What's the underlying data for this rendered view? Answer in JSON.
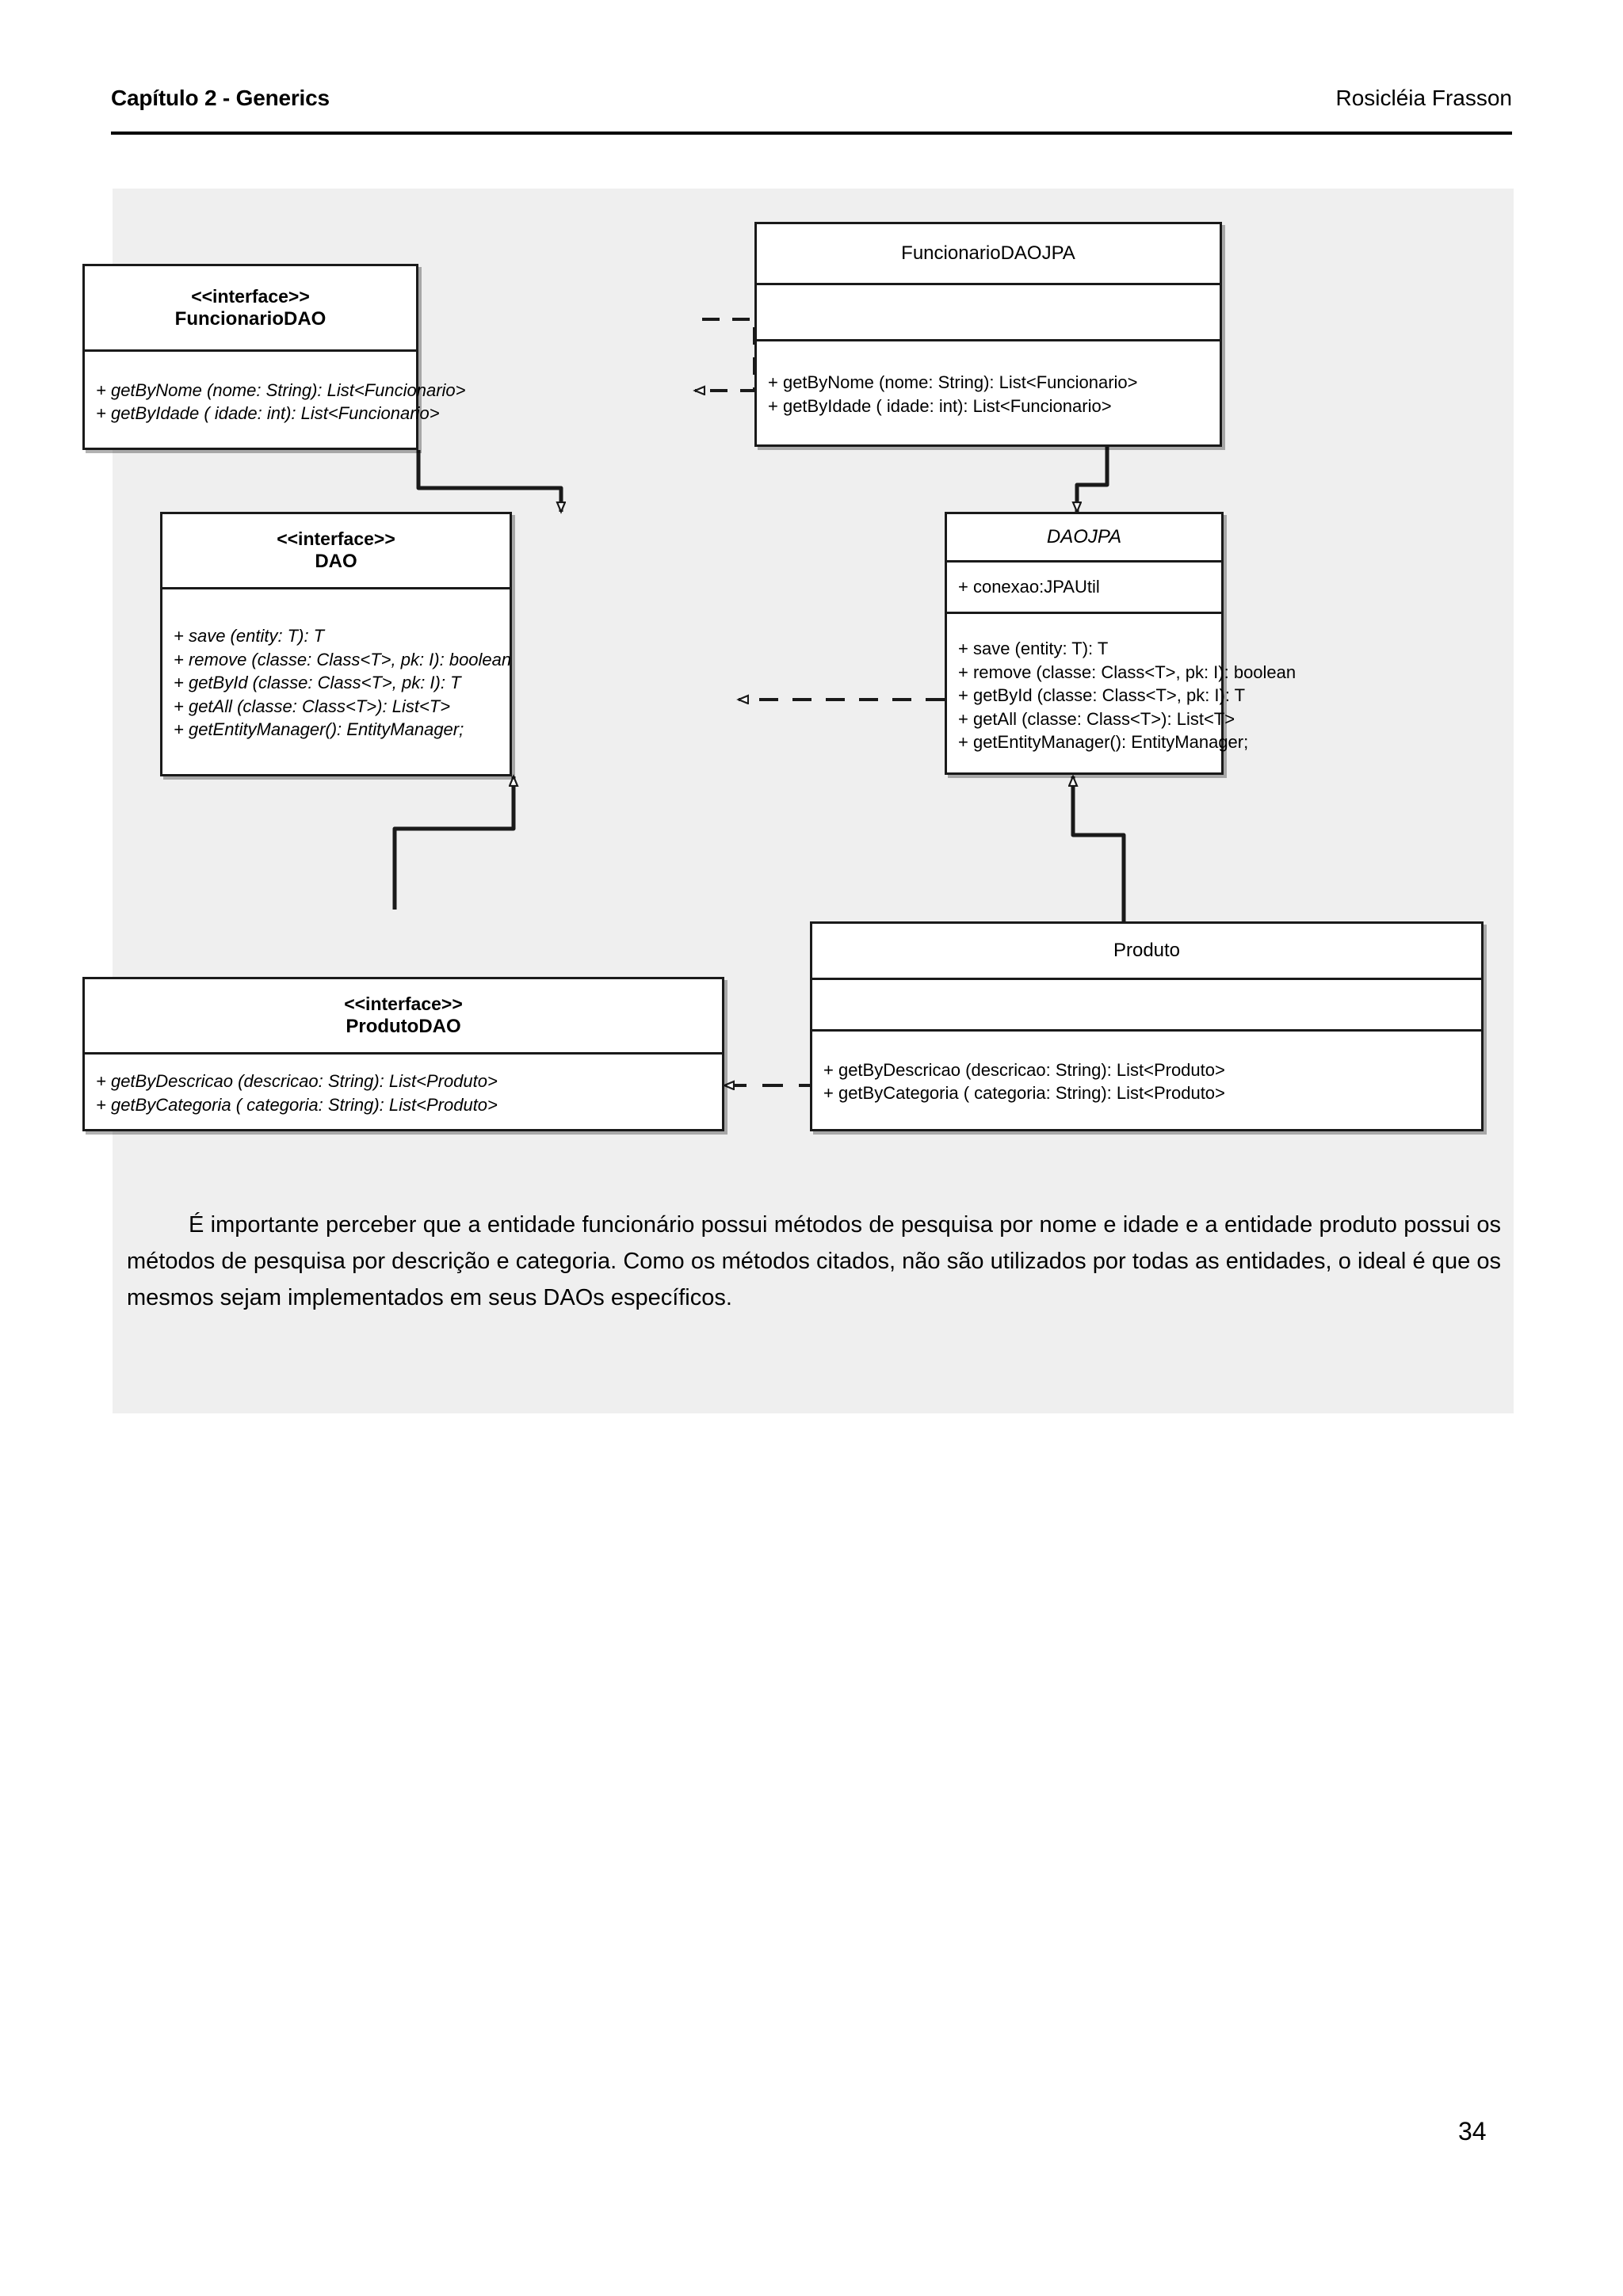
{
  "header": {
    "chapter": "Capítulo 2 - Generics",
    "author": "Rosicléia Frasson"
  },
  "diagram": {
    "type": "uml-class-diagram",
    "classes": [
      {
        "id": "funcionario-dao",
        "stereotype": "<<interface>>",
        "name": "FuncionarioDAO",
        "kind": "interface",
        "attributes": [],
        "methods": [
          "+ getByNome (nome: String): List<Funcionario>",
          "+ getByIdade ( idade: int): List<Funcionario>"
        ]
      },
      {
        "id": "funcionario-dao-jpa",
        "stereotype": "",
        "name": "FuncionarioDAOJPA",
        "kind": "class",
        "attributes": [],
        "methods": [
          "+ getByNome (nome: String): List<Funcionario>",
          "+ getByIdade ( idade: int): List<Funcionario>"
        ]
      },
      {
        "id": "dao",
        "stereotype": "<<interface>>",
        "name": "DAO",
        "kind": "interface",
        "attributes": [],
        "methods": [
          "+ save (entity: T): T",
          "+ remove (classe: Class<T>, pk: I): boolean",
          "+ getById (classe: Class<T>, pk: I): T",
          "+ getAll (classe: Class<T>): List<T>",
          "+ getEntityManager(): EntityManager;"
        ]
      },
      {
        "id": "dao-jpa",
        "stereotype": "",
        "name": "DAOJPA",
        "kind": "abstract-class",
        "attributes": [
          "+ conexao:JPAUtil"
        ],
        "methods": [
          "+ save (entity: T): T",
          "+ remove (classe: Class<T>, pk: I): boolean",
          "+ getById (classe: Class<T>, pk: I): T",
          "+ getAll (classe: Class<T>): List<T>",
          "+ getEntityManager(): EntityManager;"
        ]
      },
      {
        "id": "produto-dao",
        "stereotype": "<<interface>>",
        "name": "ProdutoDAO",
        "kind": "interface",
        "attributes": [],
        "methods": [
          "+ getByDescricao (descricao: String): List<Produto>",
          "+ getByCategoria ( categoria: String): List<Produto>"
        ]
      },
      {
        "id": "produto",
        "stereotype": "",
        "name": "Produto",
        "kind": "class",
        "attributes": [],
        "methods": [
          "+ getByDescricao (descricao: String): List<Produto>",
          "+ getByCategoria ( categoria: String): List<Produto>"
        ]
      }
    ],
    "relationships": [
      {
        "from": "funcionario-dao-jpa",
        "to": "funcionario-dao",
        "type": "realization"
      },
      {
        "from": "funcionario-dao",
        "to": "dao",
        "type": "generalization"
      },
      {
        "from": "funcionario-dao-jpa",
        "to": "dao-jpa",
        "type": "generalization"
      },
      {
        "from": "dao-jpa",
        "to": "dao",
        "type": "realization"
      },
      {
        "from": "produto-dao",
        "to": "dao",
        "type": "generalization"
      },
      {
        "from": "produto",
        "to": "dao-jpa",
        "type": "generalization"
      },
      {
        "from": "produto",
        "to": "produto-dao",
        "type": "realization"
      }
    ]
  },
  "body": {
    "paragraph": "É importante perceber que a entidade funcionário possui métodos de pesquisa por nome e idade e a entidade produto possui os métodos de pesquisa por descrição e categoria. Como os métodos citados, não são utilizados por todas as entidades, o ideal é que os mesmos sejam implementados em seus DAOs específicos."
  },
  "footer": {
    "page_number": "34"
  }
}
